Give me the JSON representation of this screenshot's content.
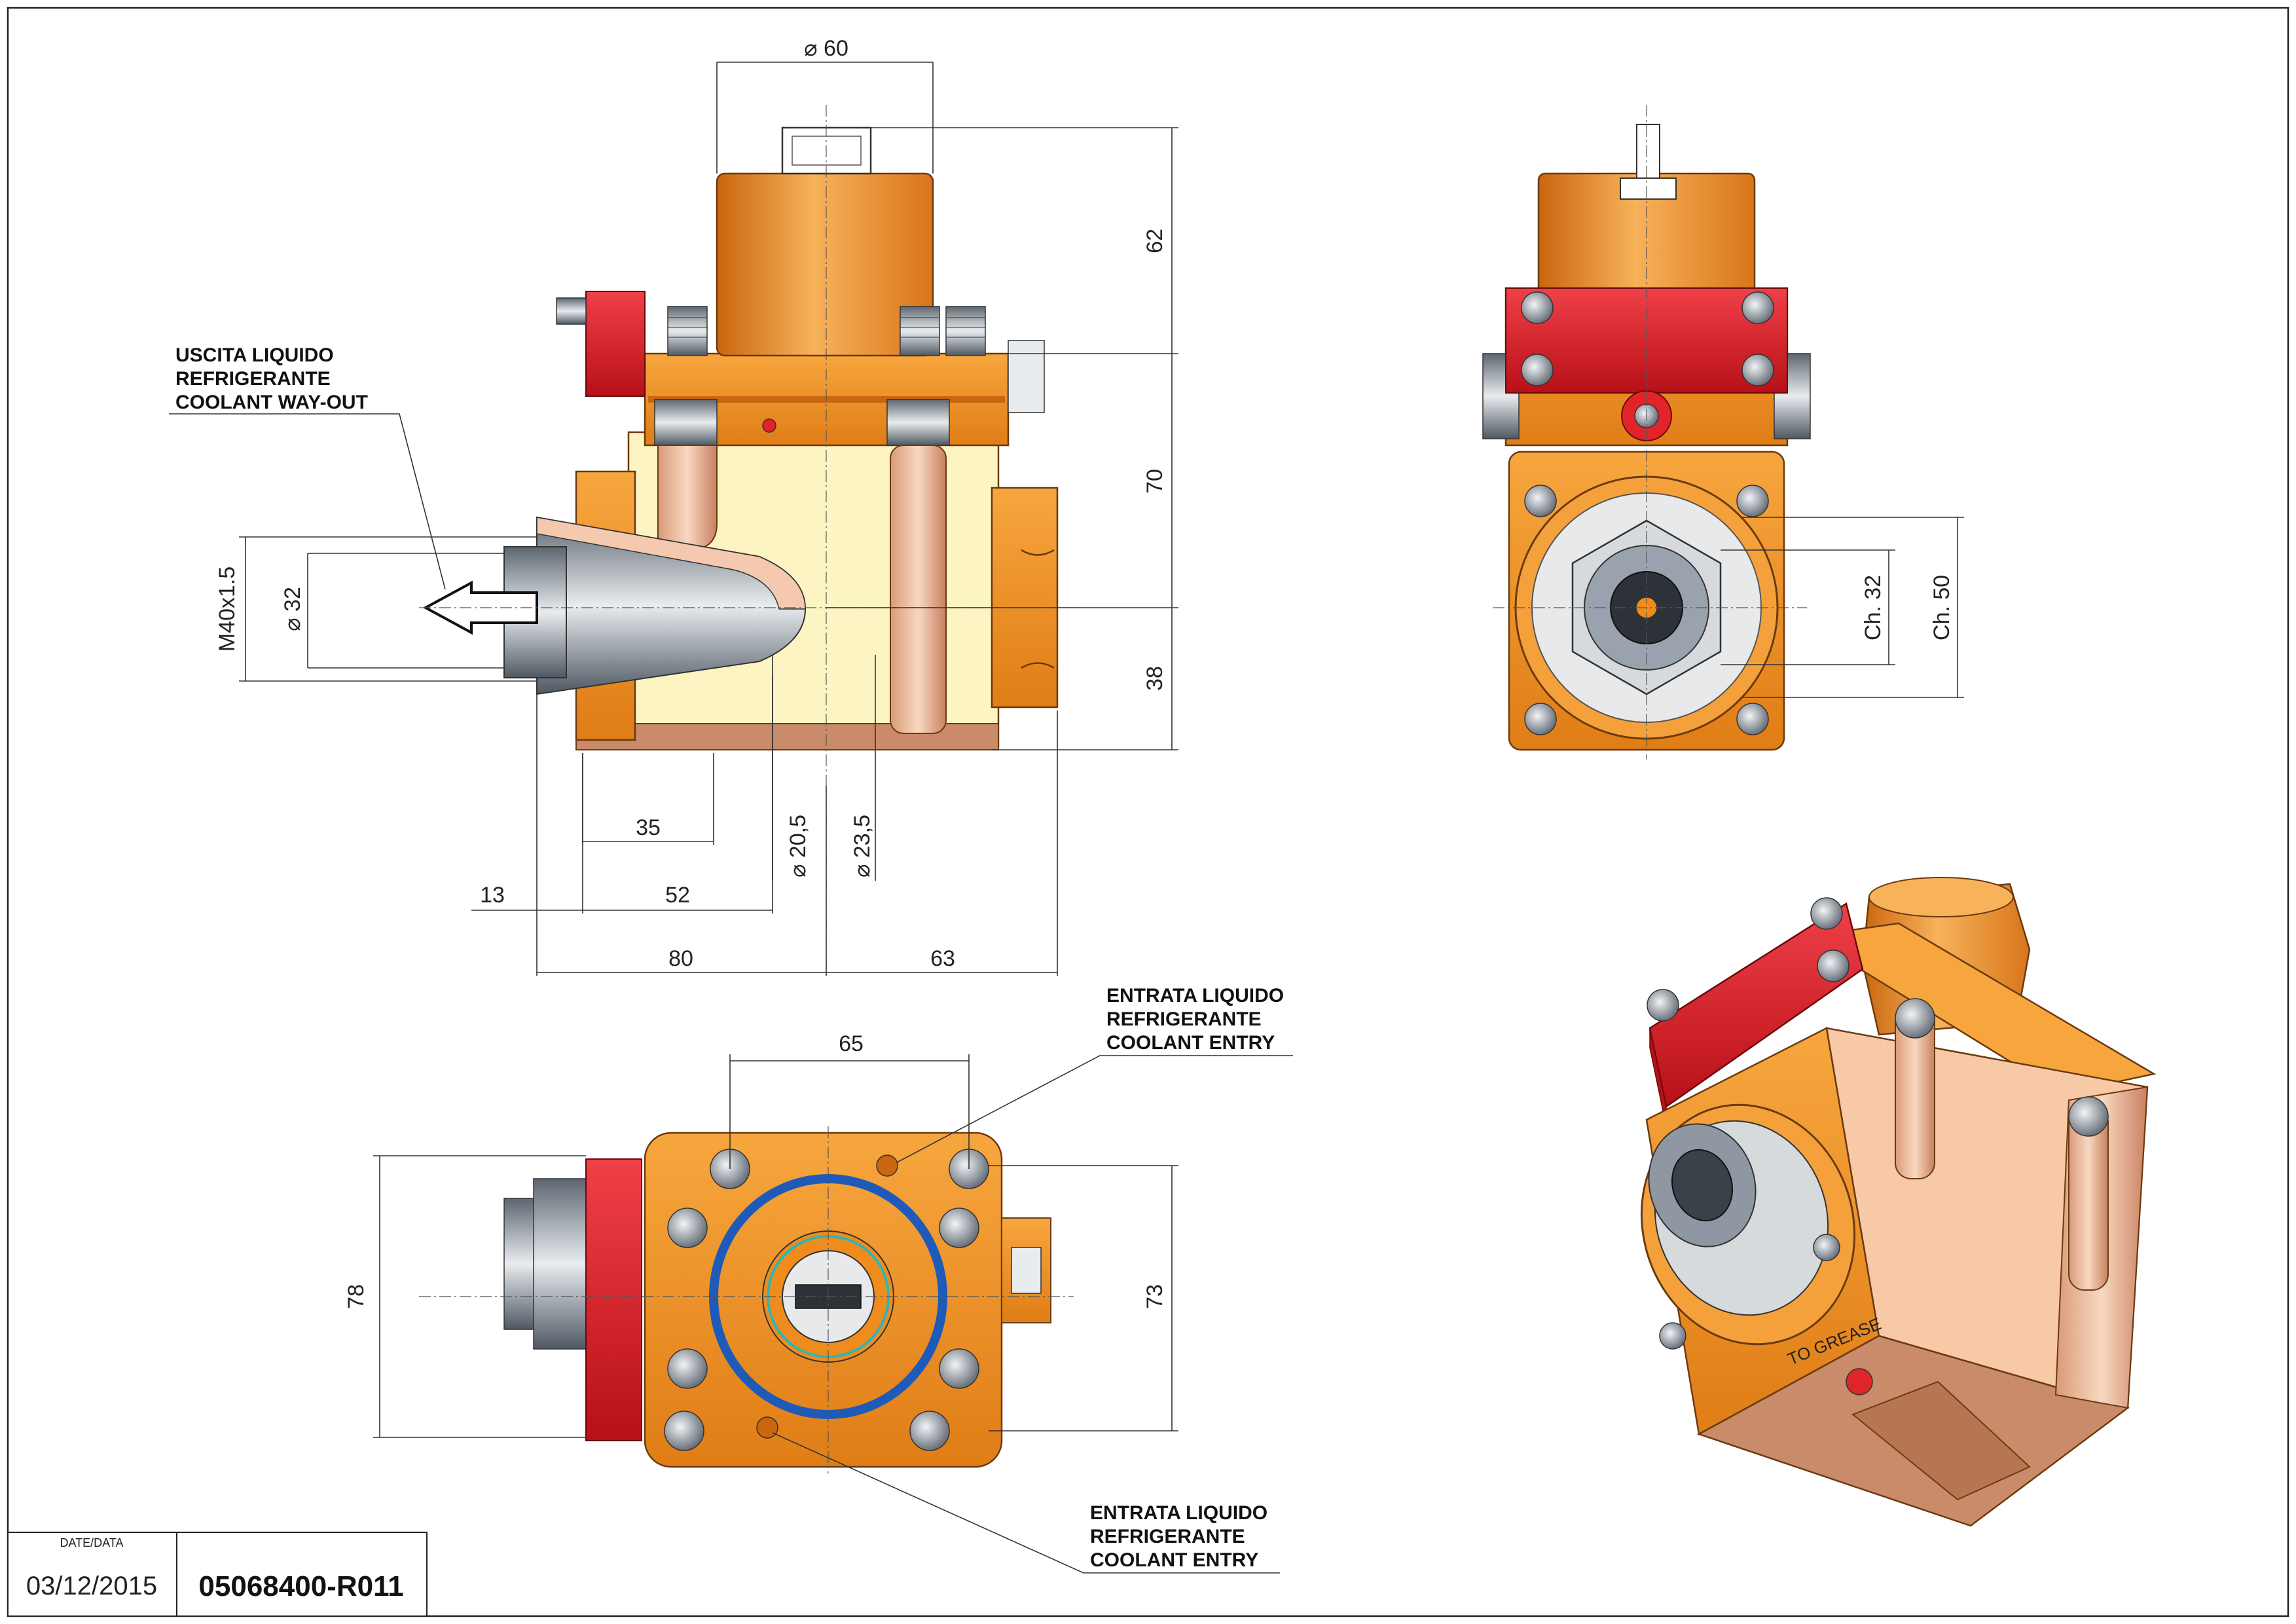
{
  "drawing": {
    "front_view": {
      "dims": {
        "d60": "⌀ 60",
        "h62": "62",
        "h70": "70",
        "h38": "38",
        "m40": "M40x1.5",
        "d32": "⌀ 32",
        "w35": "35",
        "w52": "52",
        "w13": "13",
        "w80": "80",
        "w63": "63",
        "d20_5": "⌀ 20,5",
        "d23_5": "⌀ 23,5"
      },
      "coolant_outlet_note": [
        "USCITA LIQUIDO",
        "REFRIGERANTE",
        "COOLANT WAY-OUT"
      ]
    },
    "side_view": {
      "dims": {
        "ch32": "Ch. 32",
        "ch50": "Ch. 50"
      }
    },
    "bottom_view": {
      "dims": {
        "w65": "65",
        "h78": "78",
        "h73": "73"
      },
      "coolant_entry_note_top": [
        "ENTRATA LIQUIDO",
        "REFRIGERANTE",
        "COOLANT ENTRY"
      ],
      "coolant_entry_note_bottom": [
        "ENTRATA LIQUIDO",
        "REFRIGERANTE",
        "COOLANT ENTRY"
      ]
    },
    "iso_view": {
      "engraving": "TO GREASE"
    }
  },
  "title_block": {
    "date_label": "DATE/DATA",
    "date_value": "03/12/2015",
    "part_number": "05068400-R011"
  },
  "colors": {
    "orange": "#f08c1e",
    "orange_light": "#f7b25a",
    "orange_dark": "#c9660f",
    "red": "#e1232a",
    "cream": "#fdf4c4",
    "peach": "#f7c9a6",
    "bronze": "#c98b6a",
    "steel": "#9aa3ad",
    "blue": "#1e5bb8",
    "line": "#222222"
  }
}
